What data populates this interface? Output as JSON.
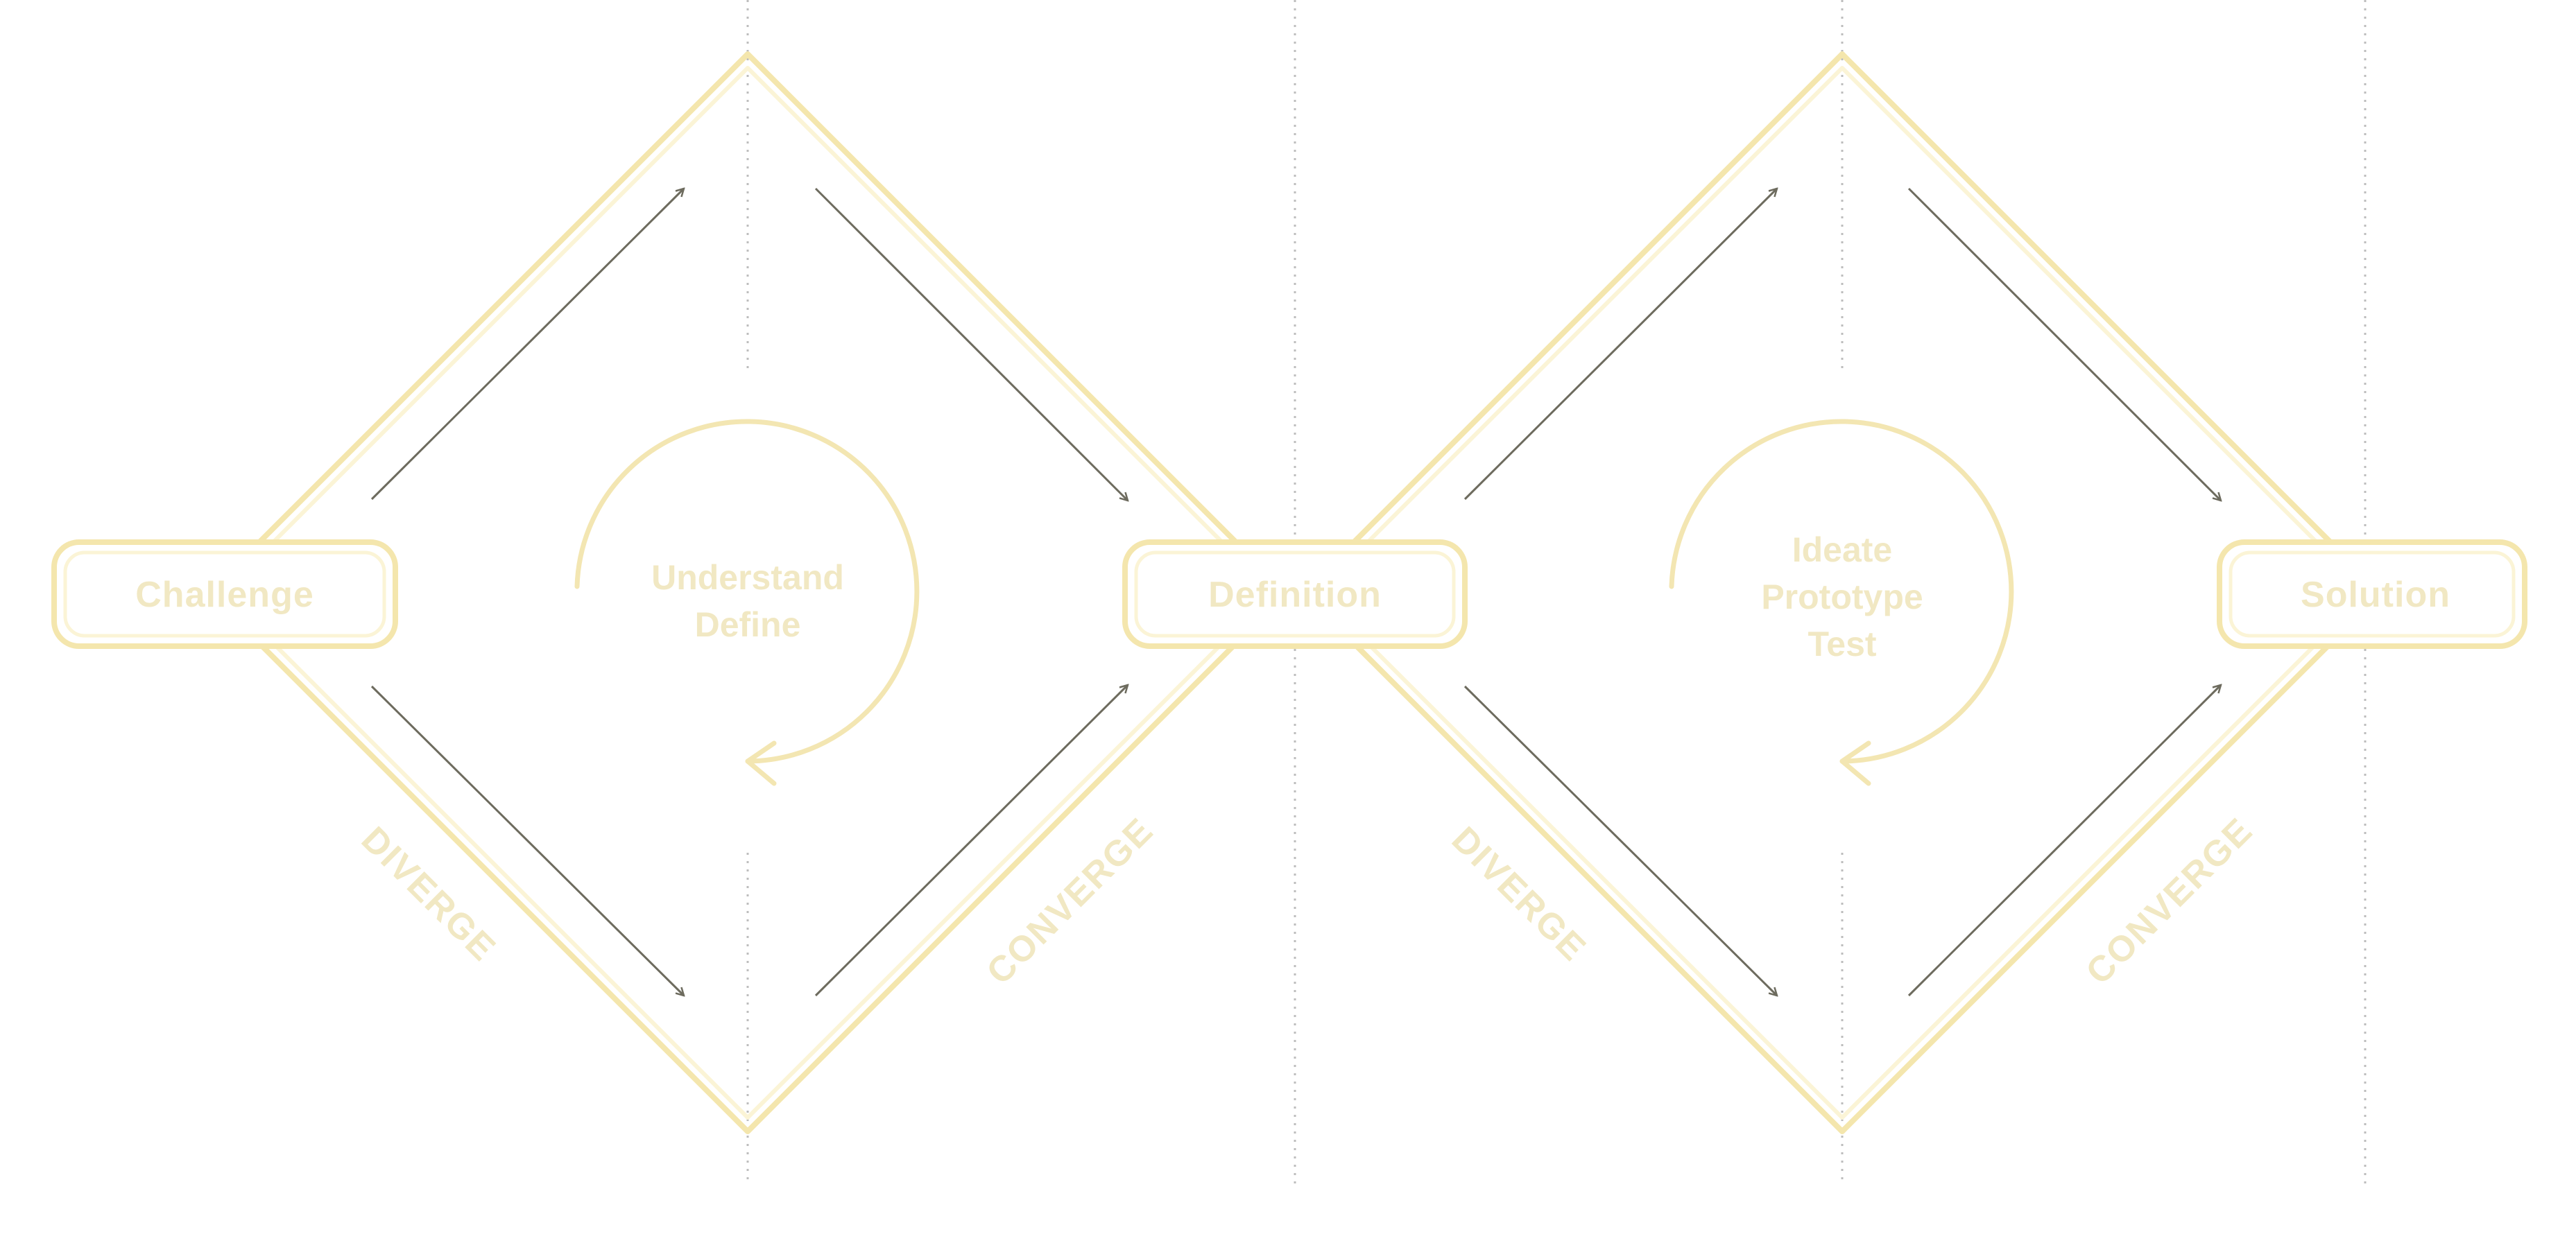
{
  "colors": {
    "diamond": "#f4e6ad",
    "diamond_inner": "#fbf4d6",
    "text": "#f1e8c3",
    "arrow": "#6d6b5e",
    "guide": "#bdbdbd",
    "loop": "#f3e6b2"
  },
  "nodes": {
    "challenge": "Challenge",
    "definition": "Definition",
    "solution": "Solution"
  },
  "phases": {
    "first": [
      "Understand",
      "Define"
    ],
    "second": [
      "Ideate",
      "Prototype",
      "Test"
    ]
  },
  "side_labels": {
    "diverge_1": "DIVERGE",
    "converge_1": "CONVERGE",
    "diverge_2": "DIVERGE",
    "converge_2": "CONVERGE"
  }
}
